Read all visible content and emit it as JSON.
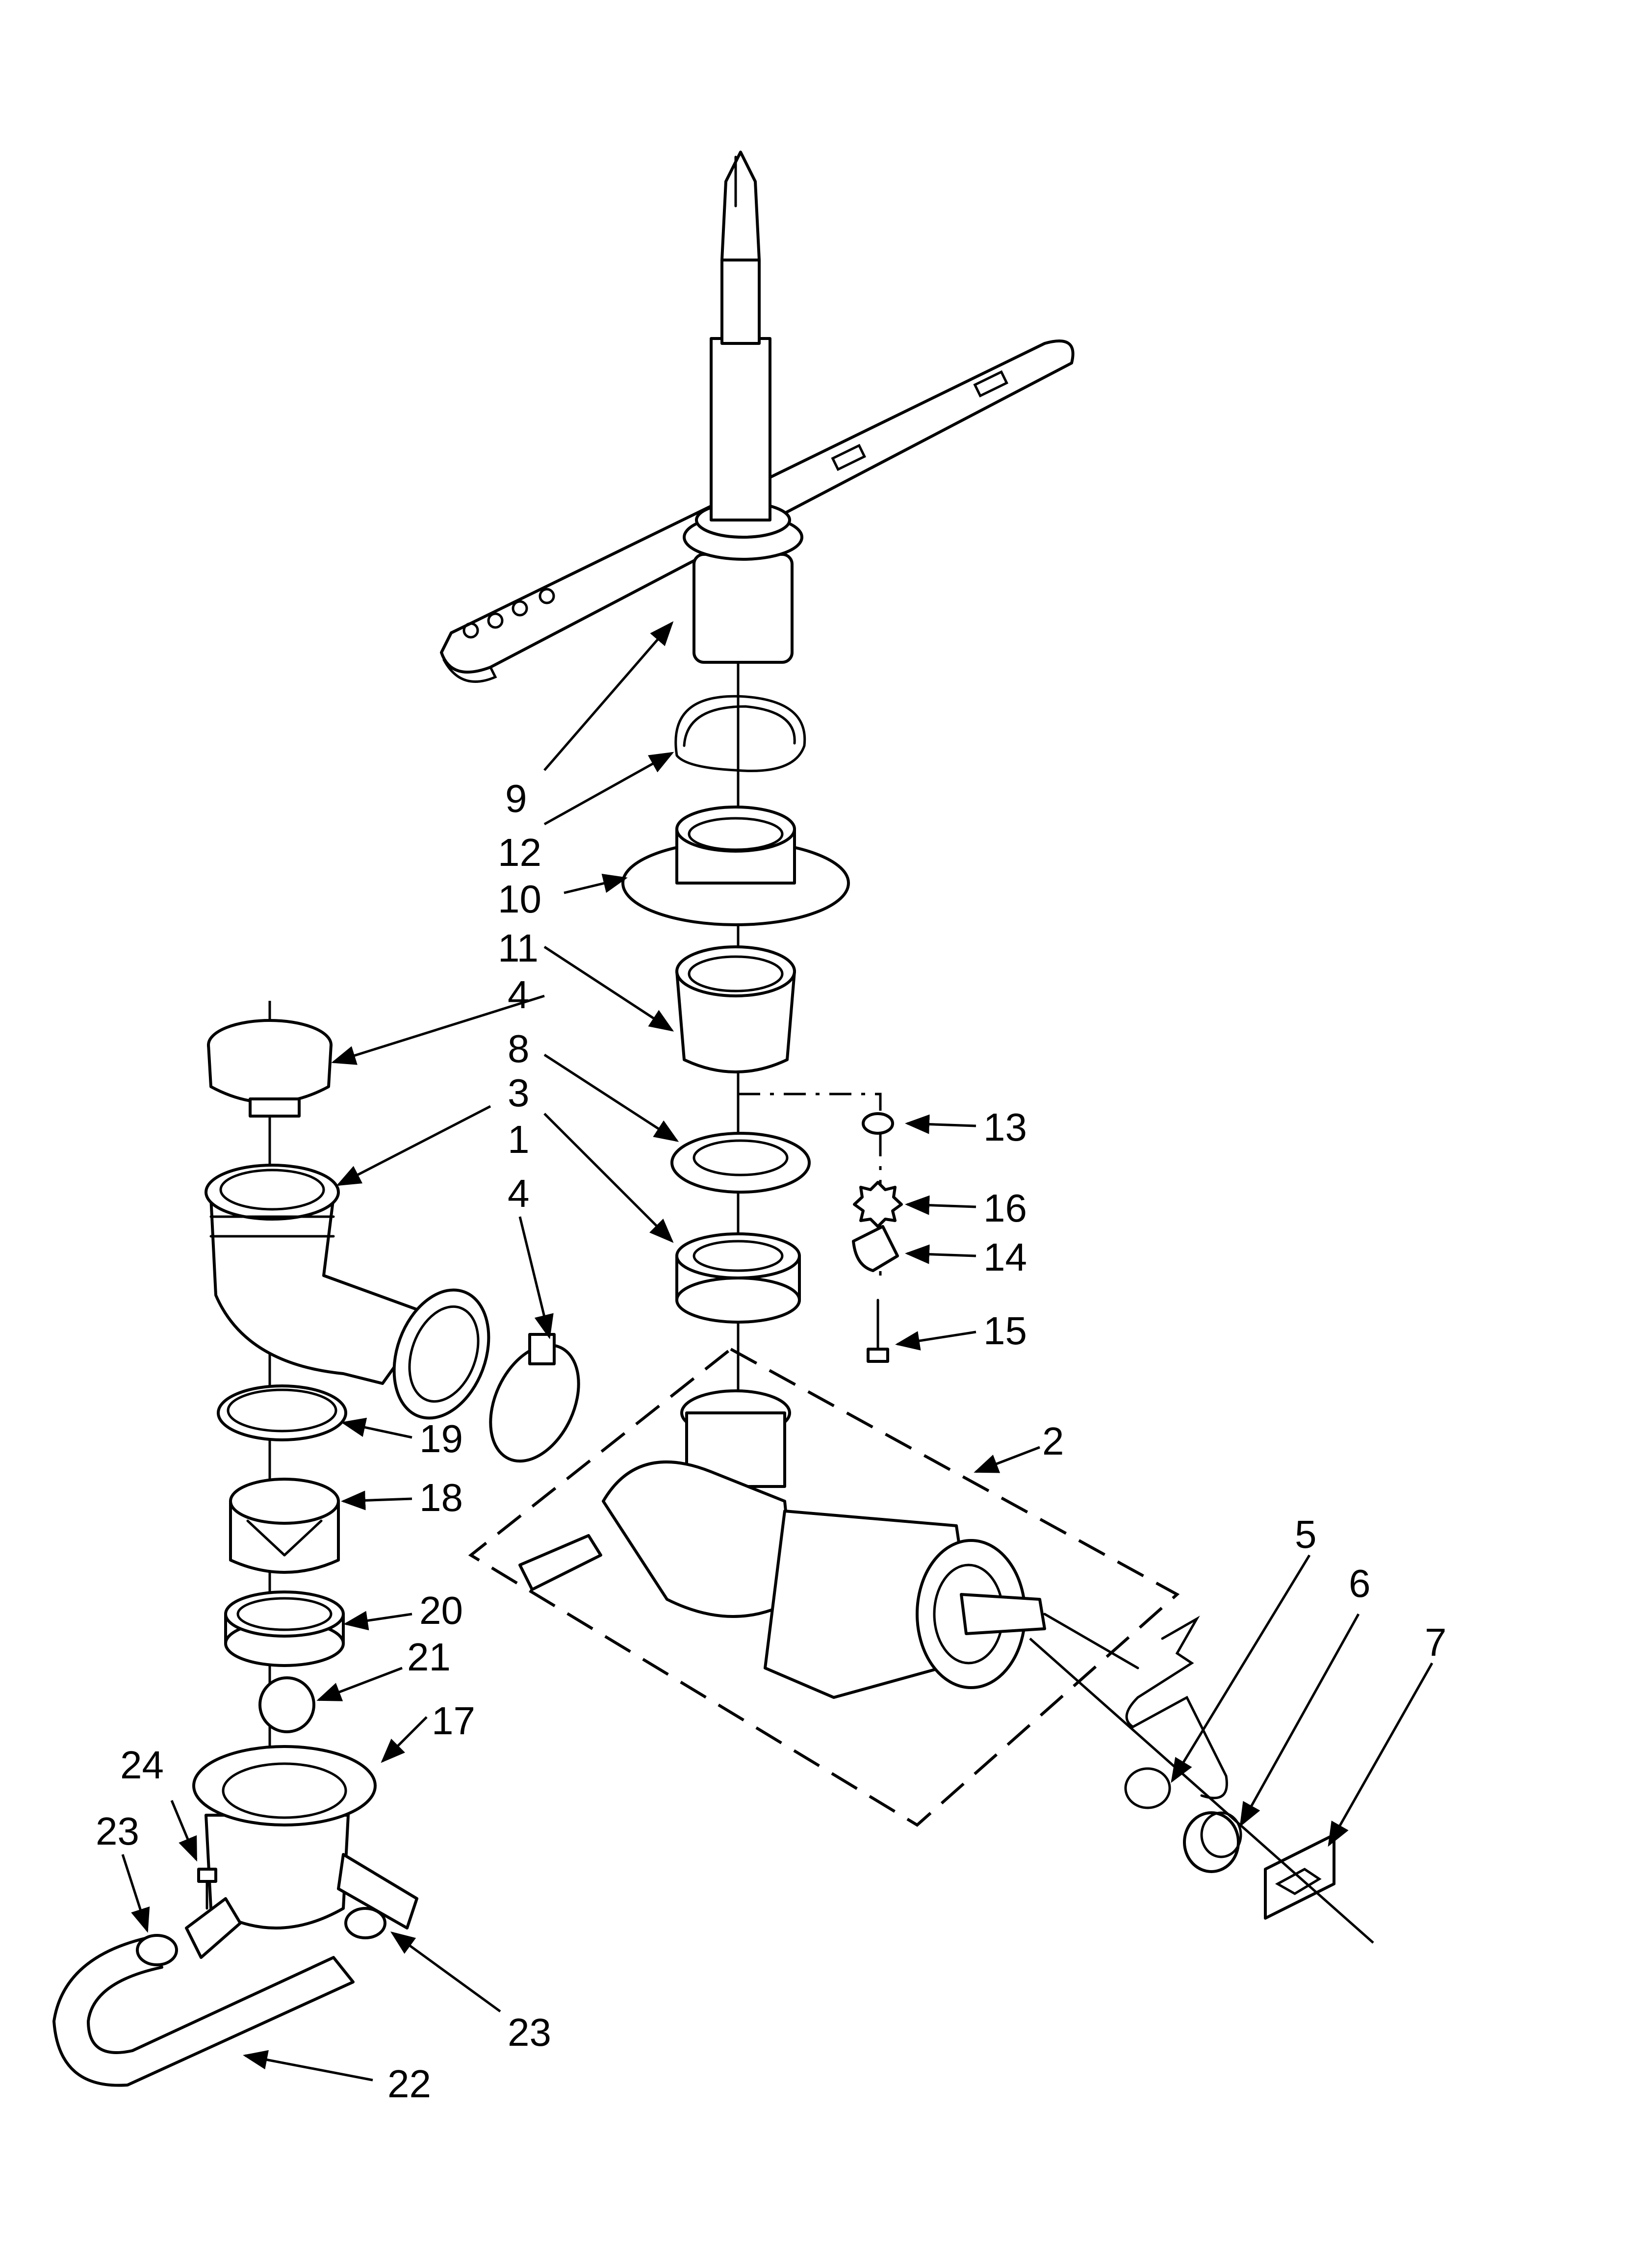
{
  "callouts": [
    {
      "id": "c9",
      "text": "9"
    },
    {
      "id": "c12",
      "text": "12"
    },
    {
      "id": "c10",
      "text": "10"
    },
    {
      "id": "c11",
      "text": "11"
    },
    {
      "id": "c4a",
      "text": "4"
    },
    {
      "id": "c8",
      "text": "8"
    },
    {
      "id": "c3",
      "text": "3"
    },
    {
      "id": "c1",
      "text": "1"
    },
    {
      "id": "c4b",
      "text": "4"
    },
    {
      "id": "c13",
      "text": "13"
    },
    {
      "id": "c16",
      "text": "16"
    },
    {
      "id": "c14",
      "text": "14"
    },
    {
      "id": "c15",
      "text": "15"
    },
    {
      "id": "c2",
      "text": "2"
    },
    {
      "id": "c19",
      "text": "19"
    },
    {
      "id": "c18",
      "text": "18"
    },
    {
      "id": "c20",
      "text": "20"
    },
    {
      "id": "c21",
      "text": "21"
    },
    {
      "id": "c17",
      "text": "17"
    },
    {
      "id": "c24",
      "text": "24"
    },
    {
      "id": "c23a",
      "text": "23"
    },
    {
      "id": "c23b",
      "text": "23"
    },
    {
      "id": "c22",
      "text": "22"
    },
    {
      "id": "c5",
      "text": "5"
    },
    {
      "id": "c6",
      "text": "6"
    },
    {
      "id": "c7",
      "text": "7"
    }
  ]
}
